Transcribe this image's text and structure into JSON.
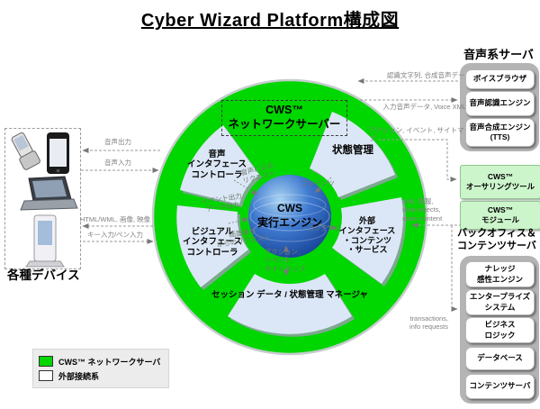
{
  "title": "Cyber Wizard Platform構成図",
  "colors": {
    "ring_green": "#00d600",
    "pale_green_box": "#ccf5cb",
    "segment_blue": "#dbe7f6",
    "globe_blue": "#2a62c4",
    "panel_gray": "#b4b4b4",
    "flow_text_gray": "#828282"
  },
  "devices": {
    "caption": "各種デバイス",
    "icons": [
      "flip-phone",
      "smartphone",
      "laptop",
      "kiosk"
    ]
  },
  "device_flows": {
    "voice_out": "音声出力",
    "voice_in": "音声入力",
    "html_media": "HTML/WML, 画像, 映像",
    "key_pen": "キー入力/ペン入力"
  },
  "hub": {
    "server_label": "CWS™\nネットワークサーバー",
    "core_label": "CWS\n実行エンジン",
    "segments": {
      "voice": "音声\nインタフェース\nコントローラ",
      "state": "状態管理",
      "external": "外部\nインタフェース\n・コンテンツ\n・サービス",
      "session": "セッション データ / 状態管理 マネージャ",
      "visual": "ビジュアル\nインタフェース\nコントローラ"
    },
    "notes": {
      "voice_request": "音声による\nリクエスト",
      "event_output": "イベント出力\nデータ出力",
      "screen_request": "画面操作\nからのリクエスト",
      "contents_a": "コンテンツ",
      "contents_b": "コンテンツ",
      "action_stack": "アクション,\nイベント,\nサイトマップ"
    }
  },
  "flows": {
    "recognized": "認識文字列, 合成音声データ",
    "voice_data": "入力音声データ, Voice XML",
    "action_line": "アクション, イベント, サイトマップ",
    "xml_info": "XML 情報,\ndata objects,\nstatic content",
    "transactions": "transactions,\ninfo requests"
  },
  "voice_servers": {
    "heading": "音声系サーバ",
    "items": [
      "ボイスブラウザ",
      "音声認識エンジン",
      "音声合成エンジン\n(TTS)"
    ]
  },
  "cws_tools": {
    "authoring": "CWS™\nオーサリングツール",
    "module": "CWS™\nモジュール"
  },
  "backoffice": {
    "heading": "バックオフィス＆\nコンテンツサーバ",
    "items": [
      "ナレッジ\n感性エンジン",
      "エンタープライズ\nシステム",
      "ビジネス\nロジック",
      "データベース",
      "コンテンツサーバ"
    ]
  },
  "legend": {
    "items": [
      {
        "swatch": "#00d600",
        "label": "CWS™ ネットワークサーバ"
      },
      {
        "swatch": "#ffffff",
        "label": "外部接続系"
      }
    ]
  }
}
